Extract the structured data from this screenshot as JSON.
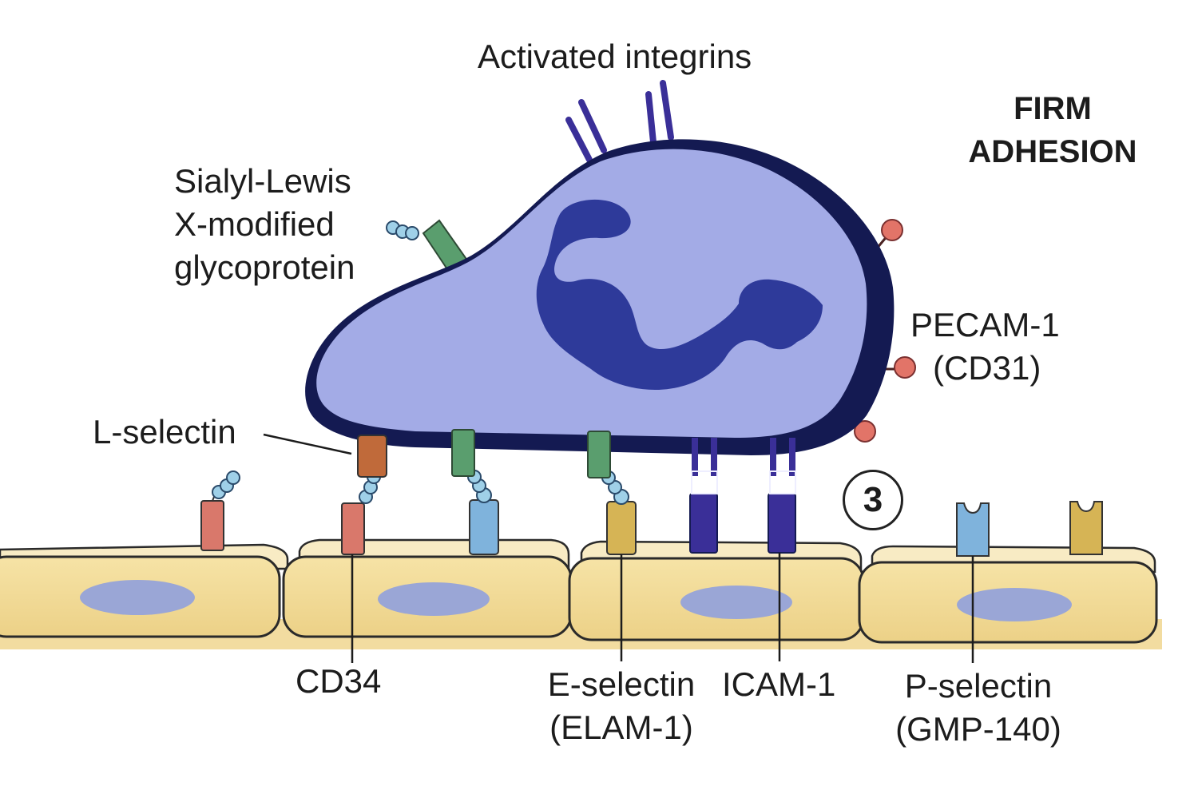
{
  "labels": {
    "activated_integrins": "Activated integrins",
    "firm_adhesion_1": "FIRM",
    "firm_adhesion_2": "ADHESION",
    "sialyl_1": "Sialyl-Lewis",
    "sialyl_2": "X-modified",
    "sialyl_3": "glycoprotein",
    "pecam_1": "PECAM-1",
    "pecam_2": "(CD31)",
    "l_selectin": "L-selectin",
    "cd34": "CD34",
    "e_selectin_1": "E-selectin",
    "e_selectin_2": "(ELAM-1)",
    "icam_1": "ICAM-1",
    "p_selectin_1": "P-selectin",
    "p_selectin_2": "(GMP-140)",
    "step_number": "3"
  },
  "colors": {
    "leukocyte_body": "#a3abe6",
    "leukocyte_outline": "#141a52",
    "nucleus": "#2e3a9a",
    "integrin": "#3a2f98",
    "endothelium": "#f0d98c",
    "endothelium_top": "#f7e6b2",
    "endothelial_nucleus": "#9aa6d6",
    "pecam": "#e27468",
    "cd34_marker": "#d9786b",
    "l_selectin_marker": "#c06a3a",
    "sialyl_glycoprotein": "#5a9e6e",
    "e_selectin_marker": "#d6b455",
    "p_selectin_marker": "#7fb3dc",
    "carbohydrate_bead": "#9fd0e8"
  }
}
